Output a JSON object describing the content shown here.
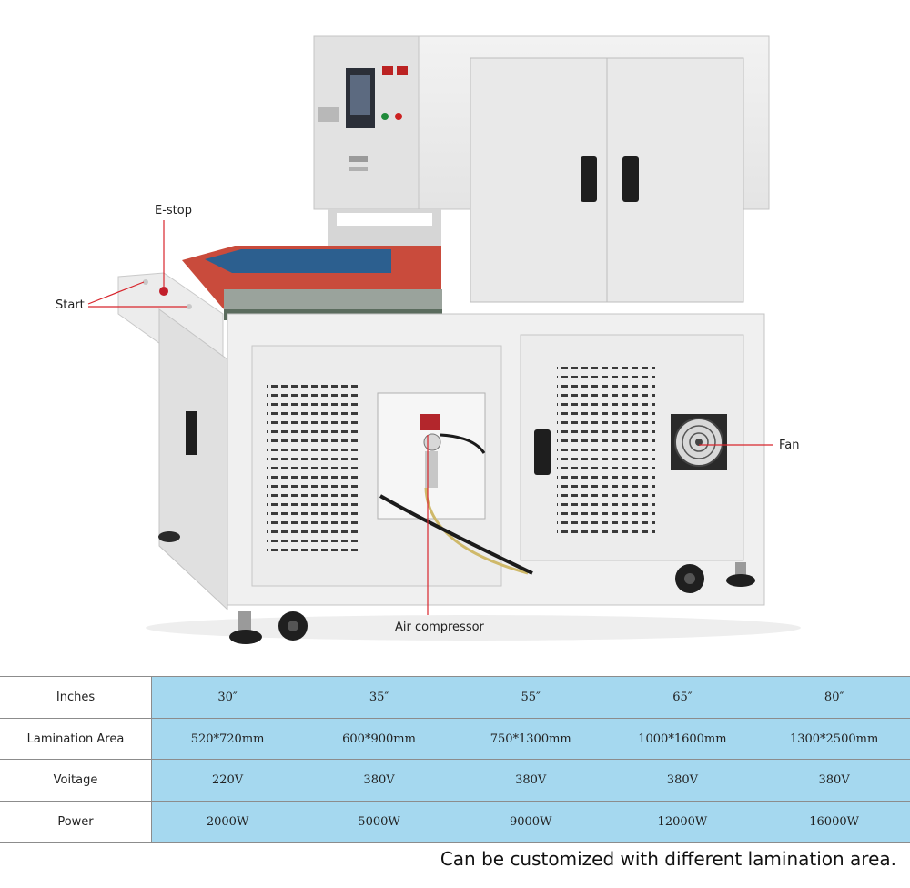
{
  "callouts": {
    "estop": "E-stop",
    "start": "Start",
    "fan": "Fan",
    "air_compressor": "Air compressor"
  },
  "spec_table": {
    "rows": [
      {
        "label": "Inches",
        "values": [
          "30″",
          "35″",
          "55″",
          "65″",
          "80″"
        ]
      },
      {
        "label": "Lamination Area",
        "values": [
          "520*720mm",
          "600*900mm",
          "750*1300mm",
          "1000*1600mm",
          "1300*2500mm"
        ]
      },
      {
        "label": "Voitage",
        "values": [
          "220V",
          "380V",
          "380V",
          "380V",
          "380V"
        ]
      },
      {
        "label": "Power",
        "values": [
          "2000W",
          "5000W",
          "9000W",
          "12000W",
          "16000W"
        ]
      }
    ]
  },
  "footnote": "Can be customized with different lamination area.",
  "colors": {
    "table_highlight": "#a5d8ef",
    "callout_line": "#d8262d"
  }
}
